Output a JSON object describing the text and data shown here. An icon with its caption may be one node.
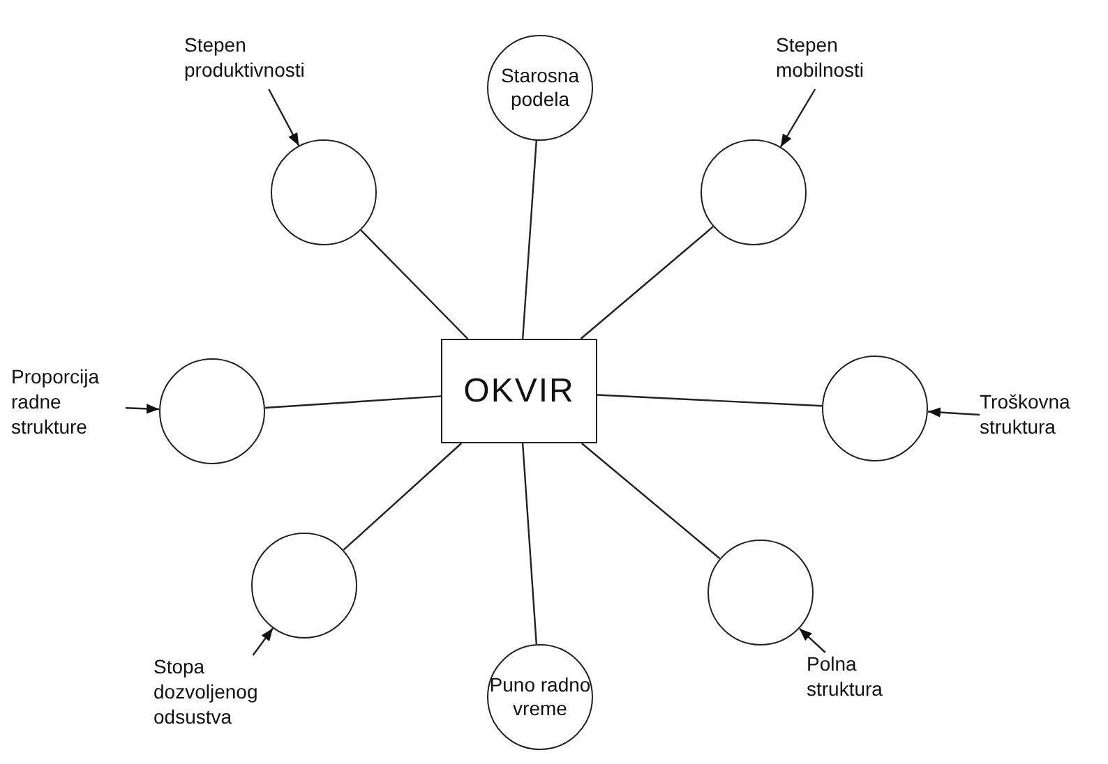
{
  "diagram": {
    "nodes": [
      {
        "text": [
          "OKVIR"
        ]
      },
      {
        "text": [
          "Starosna podela"
        ]
      },
      {
        "text": [
          "Stepen produktivnosti"
        ]
      },
      {
        "text": [],
        "shape": "circle"
      },
      {
        "text": [
          "Stepen mobilnosti"
        ]
      },
      {
        "text": [],
        "shape": "circle"
      },
      {
        "text": [
          "Proporcija radne strukture"
        ]
      },
      {
        "text": [],
        "shape": "circle"
      },
      {
        "text": [],
        "shape": "circle"
      },
      {
        "text": [
          "Troškovna struktura"
        ]
      },
      {
        "text": [],
        "shape": "circle"
      },
      {
        "text": [
          "Stopa dozvoljenog odsustva"
        ]
      },
      {
        "text": [
          "Puno radno vreme"
        ]
      },
      {
        "text": [],
        "shape": "circle"
      },
      {
        "text": [
          "Polna struktura"
        ]
      }
    ],
    "edges": [
      {
        "from": 0,
        "to": 1,
        "arrow": "none"
      },
      {
        "from": 0,
        "to": 3,
        "arrow": "none"
      },
      {
        "from": 0,
        "to": 5,
        "arrow": "none"
      },
      {
        "from": 0,
        "to": 7,
        "arrow": "none"
      },
      {
        "from": 0,
        "to": 8,
        "arrow": "none"
      },
      {
        "from": 0,
        "to": 10,
        "arrow": "none"
      },
      {
        "from": 0,
        "to": 12,
        "arrow": "none"
      },
      {
        "from": 0,
        "to": 13,
        "arrow": "none"
      },
      {
        "from": 2,
        "to": 3,
        "arrow": "to"
      },
      {
        "from": 4,
        "to": 5,
        "arrow": "to"
      },
      {
        "from": 6,
        "to": 7,
        "arrow": "to"
      },
      {
        "from": 9,
        "to": 8,
        "arrow": "to"
      },
      {
        "from": 11,
        "to": 10,
        "arrow": "to"
      },
      {
        "from": 14,
        "to": 13,
        "arrow": "to"
      }
    ]
  }
}
